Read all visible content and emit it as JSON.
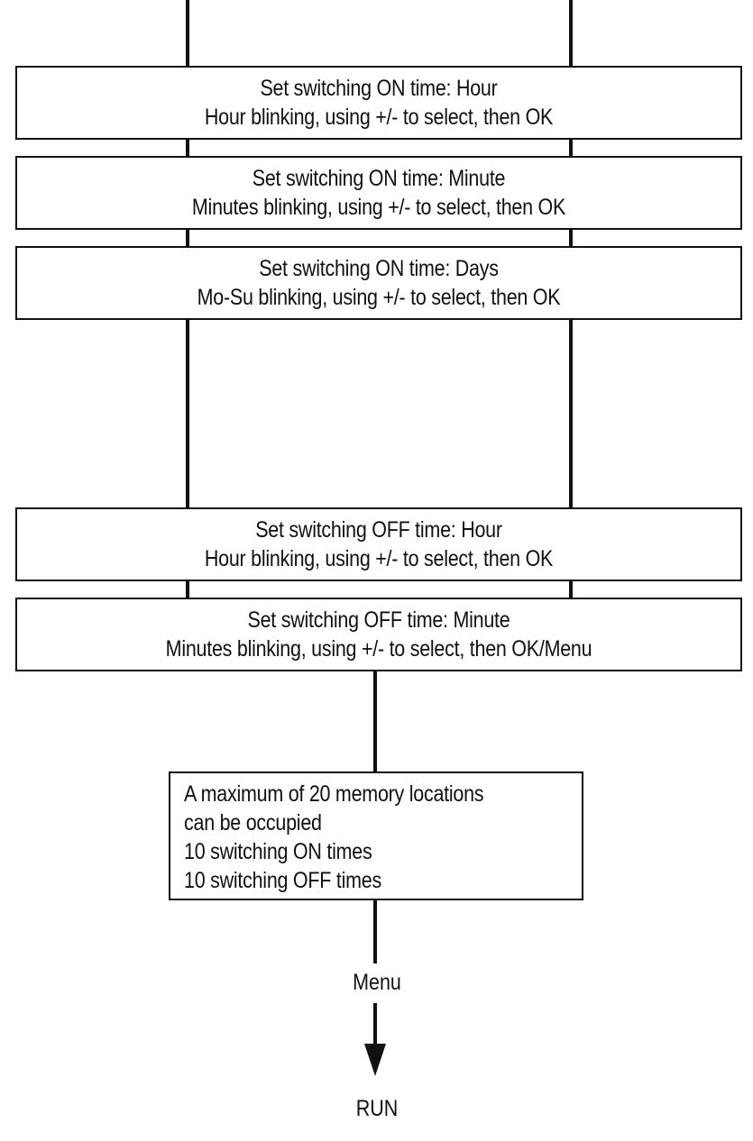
{
  "steps": [
    {
      "title": "Set switching ON time: Hour",
      "instruction": "Hour blinking, using +/- to select, then OK"
    },
    {
      "title": "Set switching ON time: Minute",
      "instruction": "Minutes blinking, using +/- to select, then OK"
    },
    {
      "title": "Set switching ON time: Days",
      "instruction": "Mo-Su blinking, using +/- to select, then OK"
    },
    {
      "title": "Set switching OFF time: Hour",
      "instruction": "Hour blinking, using +/- to select, then OK"
    },
    {
      "title": "Set switching OFF time: Minute",
      "instruction": "Minutes blinking, using +/- to select, then OK/Menu"
    }
  ],
  "info": {
    "lines": [
      "A maximum of 20 memory locations",
      "can be occupied",
      "10 switching  ON times",
      "10 switching  OFF times"
    ]
  },
  "flow": {
    "menu_label": "Menu",
    "run_label": "RUN"
  }
}
